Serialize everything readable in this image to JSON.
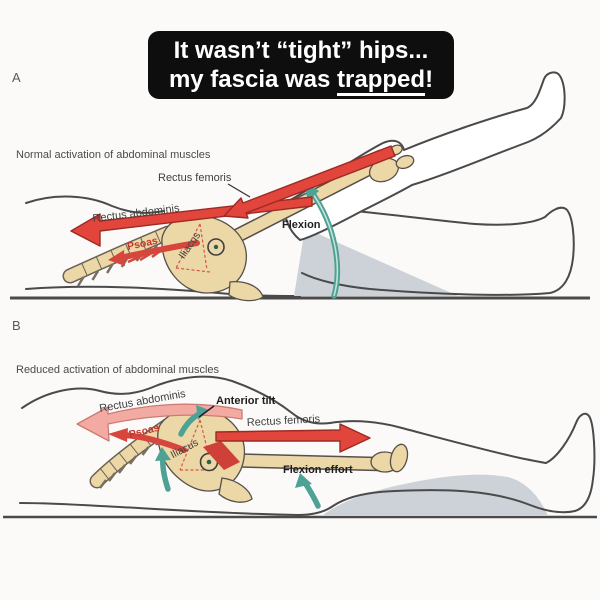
{
  "banner": {
    "line1": "It wasn’t “tight” hips...",
    "line2_prefix": "my fascia was ",
    "line2_underline": "trapped",
    "line2_suffix": "!"
  },
  "panel_a": {
    "letter": "A",
    "caption": "Normal activation of abdominal muscles",
    "labels": {
      "rectus_femoris": "Rectus femoris",
      "rectus_abdominis": "Rectus abdominis",
      "psoas": "Psoas",
      "iliacus": "Iliacus",
      "flexion": "Flexion"
    }
  },
  "panel_b": {
    "letter": "B",
    "caption": "Reduced activation of abdominal muscles",
    "labels": {
      "rectus_abdominis": "Rectus abdominis",
      "anterior_tilt": "Anterior tilt",
      "rectus_femoris": "Rectus femoris",
      "psoas": "Psoas",
      "iliacus": "Iliacus",
      "flexion_effort": "Flexion effort"
    }
  },
  "colors": {
    "active_muscle_red": "#e2453c",
    "reduced_muscle_pink": "#f3aaa3",
    "motion_teal": "#4da195",
    "bone_tan": "#ecd7a6",
    "shadow_gray": "#ccd2d7",
    "banner_bg": "#0e0e0e",
    "banner_text": "#ffffff",
    "background": "#fbfaf8"
  }
}
